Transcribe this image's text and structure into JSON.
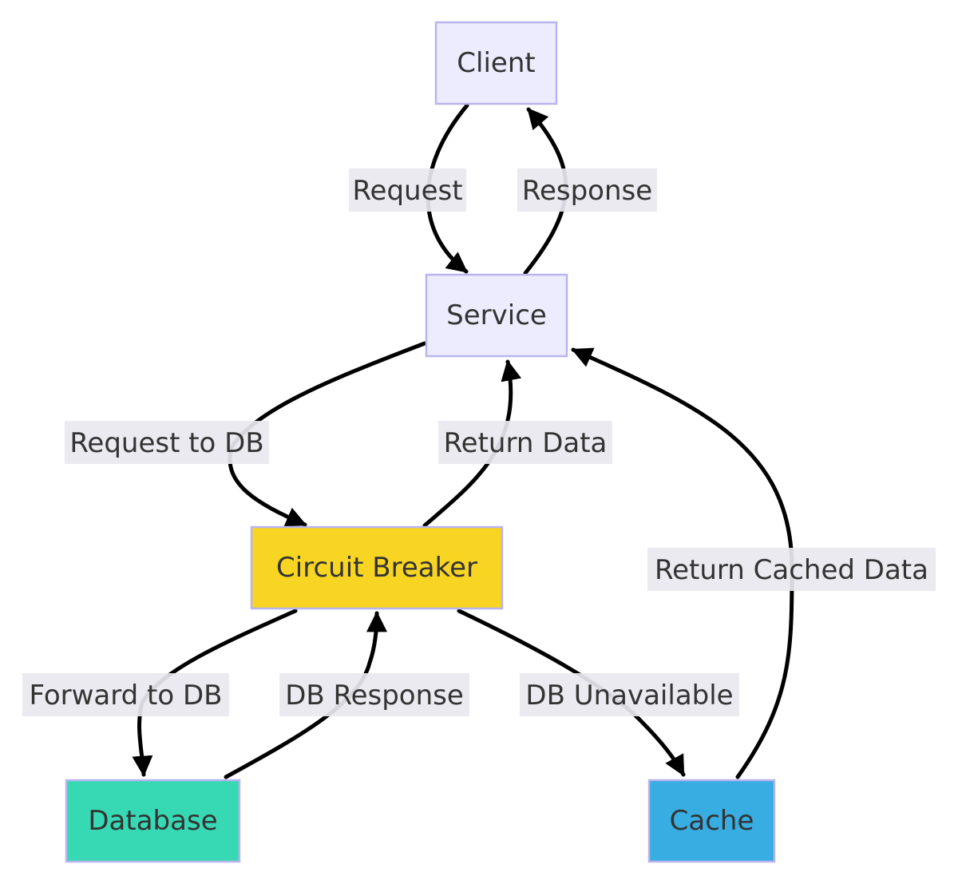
{
  "nodes": {
    "client": {
      "label": "Client",
      "color": "#ececfe"
    },
    "service": {
      "label": "Service",
      "color": "#ececfe"
    },
    "circuit_breaker": {
      "label": "Circuit Breaker",
      "color": "#f8d523"
    },
    "database": {
      "label": "Database",
      "color": "#37d9b5"
    },
    "cache": {
      "label": "Cache",
      "color": "#37ade1"
    }
  },
  "edges": [
    {
      "from": "Client",
      "to": "Service",
      "label": "Request"
    },
    {
      "from": "Service",
      "to": "Client",
      "label": "Response"
    },
    {
      "from": "Service",
      "to": "Circuit Breaker",
      "label": "Request to DB"
    },
    {
      "from": "Circuit Breaker",
      "to": "Service",
      "label": "Return Data"
    },
    {
      "from": "Cache",
      "to": "Service",
      "label": "Return Cached Data"
    },
    {
      "from": "Circuit Breaker",
      "to": "Database",
      "label": "Forward to DB"
    },
    {
      "from": "Database",
      "to": "Circuit Breaker",
      "label": "DB Response"
    },
    {
      "from": "Circuit Breaker",
      "to": "Cache",
      "label": "DB Unavailable"
    }
  ],
  "colors": {
    "edge": "#000000",
    "node_border": "#b9b4ee",
    "label_bg": "#e8e8ef",
    "text": "#333333"
  }
}
